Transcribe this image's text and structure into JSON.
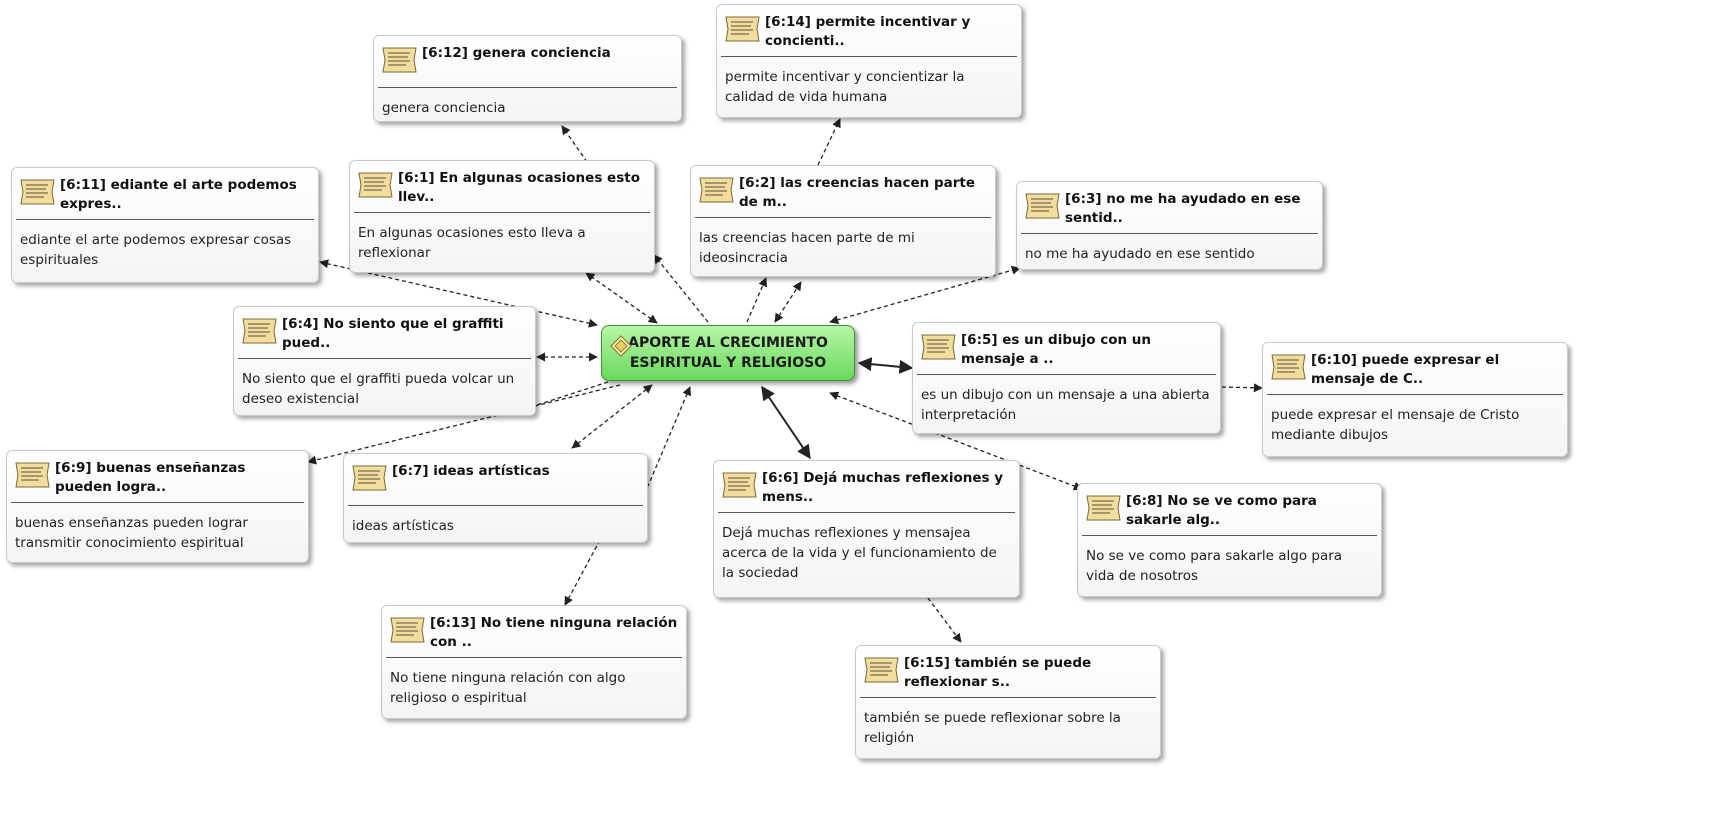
{
  "center": {
    "label": "APORTE AL CRECIMIENTO ESPIRITUAL Y RELIGIOSO",
    "icon": "code-node-icon"
  },
  "quotes": [
    {
      "id": "q-6-12",
      "title": "[6:12] genera conciencia",
      "text": "genera conciencia"
    },
    {
      "id": "q-6-14",
      "title": "[6:14] permite incentivar y concienti..",
      "text": "permite incentivar y concientizar la calidad de vida humana"
    },
    {
      "id": "q-6-11",
      "title": "[6:11] ediante el arte podemos expres..",
      "text": "ediante el arte podemos expresar cosas espirituales"
    },
    {
      "id": "q-6-1",
      "title": "[6:1] En algunas ocasiones esto llev..",
      "text": "En algunas ocasiones esto lleva a reflexionar"
    },
    {
      "id": "q-6-2",
      "title": "[6:2] las creencias hacen parte de m..",
      "text": "las creencias hacen parte de mi ideosincracia"
    },
    {
      "id": "q-6-3",
      "title": "[6:3] no me ha ayudado en ese sentid..",
      "text": "no me ha ayudado en ese sentido"
    },
    {
      "id": "q-6-4",
      "title": "[6:4] No siento que el graffiti pued..",
      "text": "No siento que el graffiti pueda volcar un deseo existencial"
    },
    {
      "id": "q-6-5",
      "title": "[6:5] es un dibujo con un mensaje a ..",
      "text": "es un dibujo con un mensaje a una abierta interpretación"
    },
    {
      "id": "q-6-10",
      "title": "[6:10] puede expresar el mensaje de C..",
      "text": "puede expresar el mensaje de Cristo mediante dibujos"
    },
    {
      "id": "q-6-9",
      "title": "[6:9] buenas enseñanzas pueden logra..",
      "text": "buenas enseñanzas pueden lograr transmitir conocimiento espiritual"
    },
    {
      "id": "q-6-7",
      "title": "[6:7] ideas artísticas",
      "text": "ideas artísticas"
    },
    {
      "id": "q-6-6",
      "title": "[6:6] Dejá muchas reflexiones y mens..",
      "text": "Dejá muchas reflexiones y mensajea acerca de la vida y el funcionamiento de la sociedad"
    },
    {
      "id": "q-6-8",
      "title": "[6:8] No se ve como para sakarle alg..",
      "text": "No se ve como para sakarle algo para vida de nosotros"
    },
    {
      "id": "q-6-13",
      "title": "[6:13] No tiene ninguna relación con ..",
      "text": "No tiene ninguna relación con algo religioso o espiritual"
    },
    {
      "id": "q-6-15",
      "title": "[6:15] también se puede reflexionar s..",
      "text": "también se puede reflexionar sobre la religión"
    }
  ],
  "links": [
    {
      "from": "q-6-1",
      "to": "q-6-12",
      "style": "dashed"
    },
    {
      "from": "q-6-2",
      "to": "q-6-14",
      "style": "dashed"
    },
    {
      "from": "q-6-5",
      "to": "q-6-10",
      "style": "dashed"
    },
    {
      "from": "q-6-6",
      "to": "q-6-15",
      "style": "dashed"
    },
    {
      "from": "q-6-7",
      "to": "q-6-13",
      "style": "dashed"
    }
  ],
  "colors": {
    "center_fill": "#7ee06f",
    "center_border": "#3f8f35",
    "note_icon": "#f3dd9c",
    "arrow": "#222222"
  }
}
